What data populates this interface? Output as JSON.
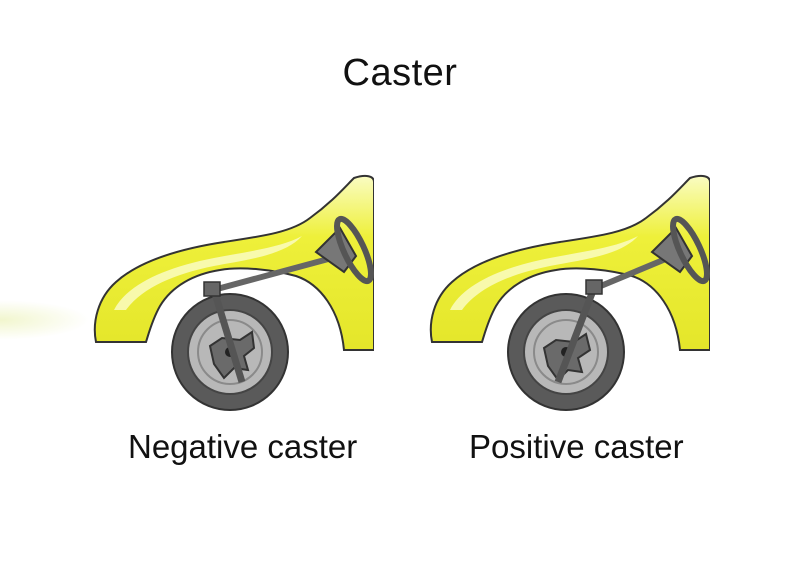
{
  "title": "Caster",
  "figures": [
    {
      "caption": "Negative caster",
      "caster": "negative"
    },
    {
      "caption": "Positive caster",
      "caster": "positive"
    }
  ],
  "colors": {
    "body": "#eef03a",
    "body_highlight": "#fafcc2",
    "tire": "#5a5a5a",
    "rim": "#b8b8b8",
    "parts": "#666666",
    "outline": "#333333"
  }
}
